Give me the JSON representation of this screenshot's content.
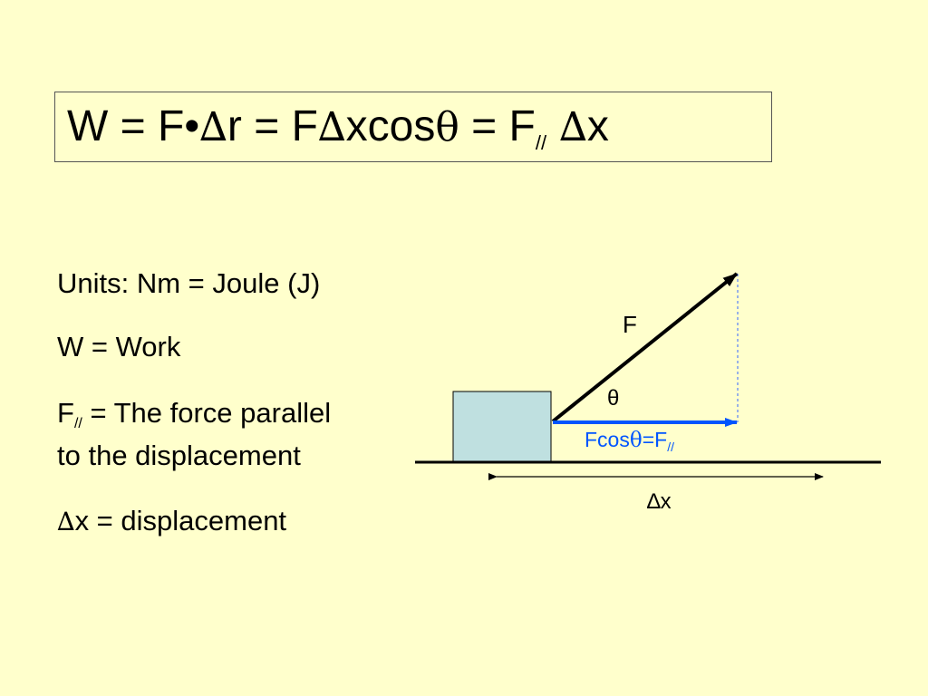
{
  "formula": {
    "part1": "W = F•",
    "delta1": "∆",
    "part2": "r = F",
    "delta2": "∆",
    "part3": "xcos",
    "theta": "θ",
    "part4": " = F",
    "sub": "//",
    "delta3": " ∆",
    "part5": "x"
  },
  "body": {
    "units": "Units:  Nm = Joule (J)",
    "work": "W = Work",
    "fpar_f": "F",
    "fpar_sub": "//",
    "fpar_text": " = The force parallel",
    "fpar_text2": "to the displacement",
    "disp_delta": "∆",
    "disp_text": "x = displacement"
  },
  "diagram": {
    "force_label": "F",
    "angle_label": "θ",
    "component_prefix": "Fcos",
    "component_theta": "θ",
    "component_mid": "=F",
    "component_sub": "//",
    "displacement_label": "∆x",
    "colors": {
      "block_fill": "#BFE0E0",
      "component": "#0055FF",
      "guide": "#3366FF",
      "background": "#FFFFCC"
    }
  }
}
